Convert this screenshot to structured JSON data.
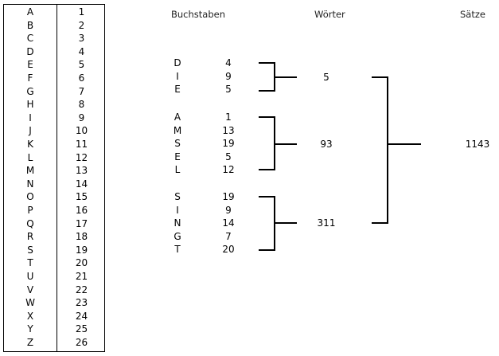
{
  "alphabet": [
    {
      "letter": "A",
      "number": "1"
    },
    {
      "letter": "B",
      "number": "2"
    },
    {
      "letter": "C",
      "number": "3"
    },
    {
      "letter": "D",
      "number": "4"
    },
    {
      "letter": "E",
      "number": "5"
    },
    {
      "letter": "F",
      "number": "6"
    },
    {
      "letter": "G",
      "number": "7"
    },
    {
      "letter": "H",
      "number": "8"
    },
    {
      "letter": "I",
      "number": "9"
    },
    {
      "letter": "J",
      "number": "10"
    },
    {
      "letter": "K",
      "number": "11"
    },
    {
      "letter": "L",
      "number": "12"
    },
    {
      "letter": "M",
      "number": "13"
    },
    {
      "letter": "N",
      "number": "14"
    },
    {
      "letter": "O",
      "number": "15"
    },
    {
      "letter": "P",
      "number": "16"
    },
    {
      "letter": "Q",
      "number": "17"
    },
    {
      "letter": "R",
      "number": "18"
    },
    {
      "letter": "S",
      "number": "19"
    },
    {
      "letter": "T",
      "number": "20"
    },
    {
      "letter": "U",
      "number": "21"
    },
    {
      "letter": "V",
      "number": "22"
    },
    {
      "letter": "W",
      "number": "23"
    },
    {
      "letter": "X",
      "number": "24"
    },
    {
      "letter": "Y",
      "number": "25"
    },
    {
      "letter": "Z",
      "number": "26"
    }
  ],
  "headers": {
    "letters": "Buchstaben",
    "words": "Wörter",
    "sentences": "Sätze"
  },
  "words": [
    {
      "letters": [
        {
          "letter": "D",
          "number": "4"
        },
        {
          "letter": "I",
          "number": "9"
        },
        {
          "letter": "E",
          "number": "5"
        }
      ],
      "sum": "5"
    },
    {
      "letters": [
        {
          "letter": "A",
          "number": "1"
        },
        {
          "letter": "M",
          "number": "13"
        },
        {
          "letter": "S",
          "number": "19"
        },
        {
          "letter": "E",
          "number": "5"
        },
        {
          "letter": "L",
          "number": "12"
        }
      ],
      "sum": "93"
    },
    {
      "letters": [
        {
          "letter": "S",
          "number": "19"
        },
        {
          "letter": "I",
          "number": "9"
        },
        {
          "letter": "N",
          "number": "14"
        },
        {
          "letter": "G",
          "number": "7"
        },
        {
          "letter": "T",
          "number": "20"
        }
      ],
      "sum": "311"
    }
  ],
  "sentence_sum": "1143"
}
